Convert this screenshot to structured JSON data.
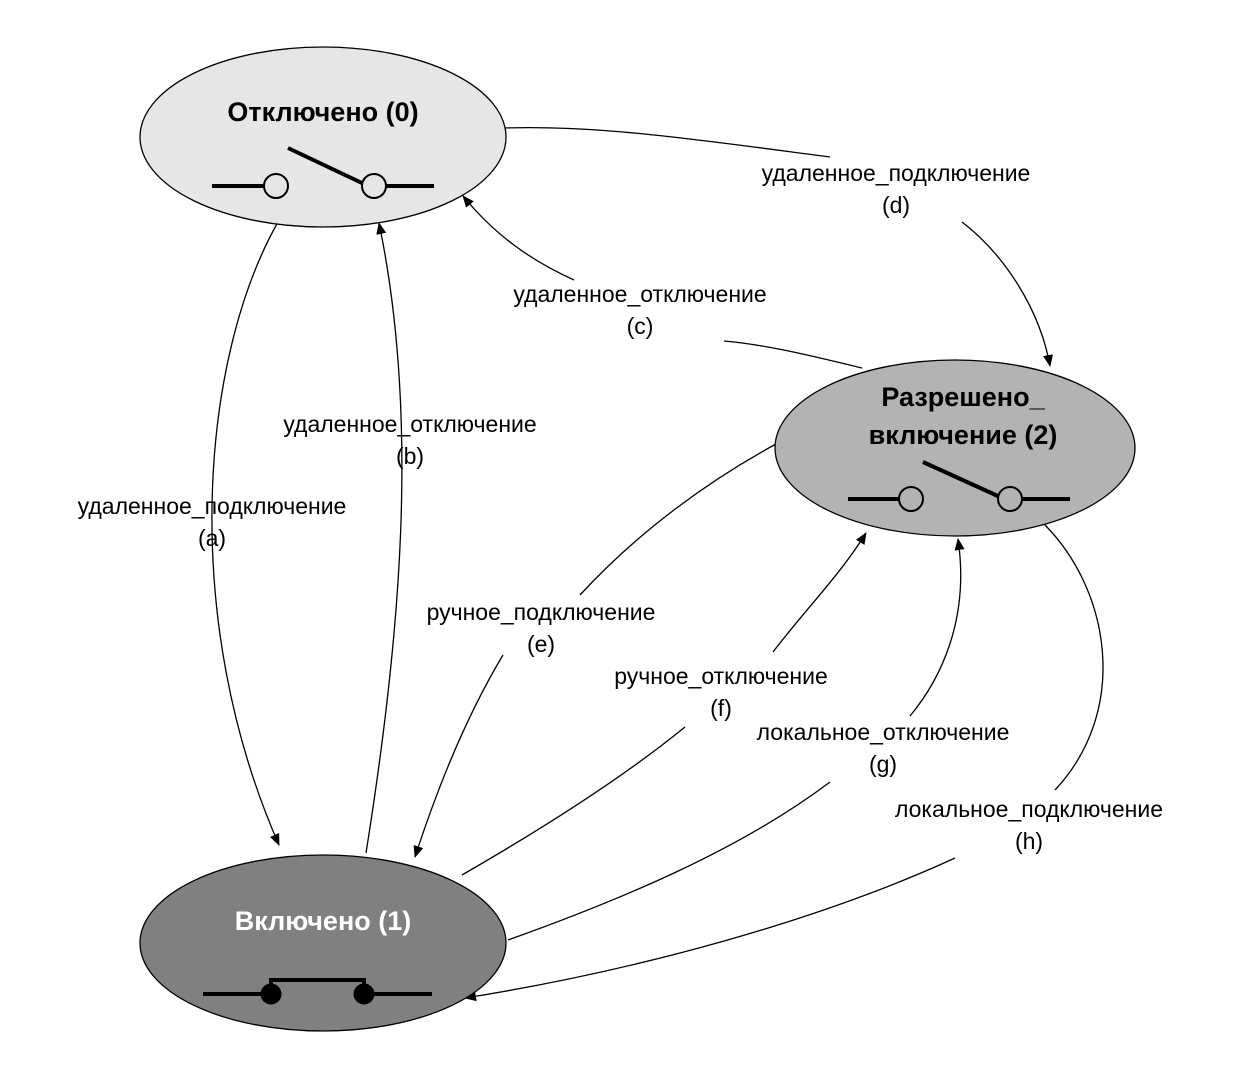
{
  "states": {
    "off": {
      "title": "Отключено (0)",
      "fill": "#e6e6e6",
      "text_color": "#000000"
    },
    "enabled": {
      "title_line1": "Разрешено_",
      "title_line2": "включение (2)",
      "fill": "#b3b3b3",
      "text_color": "#000000"
    },
    "on": {
      "title": "Включено (1)",
      "fill": "#808080",
      "text_color": "#ffffff"
    }
  },
  "transitions": [
    {
      "id": "a",
      "label": "удаленное_подключение",
      "code": "(a)"
    },
    {
      "id": "b",
      "label": "удаленное_отключение",
      "code": "(b)"
    },
    {
      "id": "c",
      "label": "удаленное_отключение",
      "code": "(c)"
    },
    {
      "id": "d",
      "label": "удаленное_подключение",
      "code": "(d)"
    },
    {
      "id": "e",
      "label": "ручное_подключение",
      "code": "(e)"
    },
    {
      "id": "f",
      "label": "ручное_отключение",
      "code": "(f)"
    },
    {
      "id": "g",
      "label": "локальное_отключение",
      "code": "(g)"
    },
    {
      "id": "h",
      "label": "локальное_подключение",
      "code": "(h)"
    }
  ]
}
